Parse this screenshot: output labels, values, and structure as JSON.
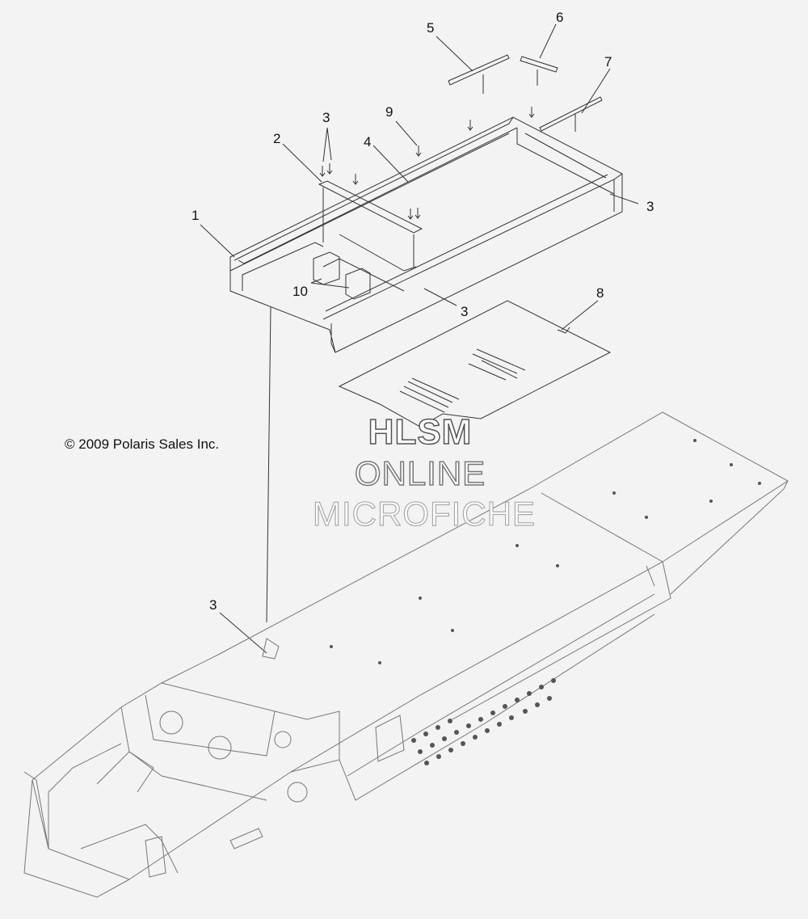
{
  "copyright": "© 2009 Polaris Sales Inc.",
  "watermark": {
    "line1": "HLSM",
    "line2": "ONLINE",
    "line3": "MICROFICHE"
  },
  "callouts": {
    "c1": "1",
    "c2": "2",
    "c3a": "3",
    "c3b": "3",
    "c3c": "3",
    "c3d": "3",
    "c4": "4",
    "c5": "5",
    "c6": "6",
    "c7": "7",
    "c8": "8",
    "c9": "9",
    "c10": "10"
  },
  "colors": {
    "background": "#f3f3f3",
    "line": "#333333"
  }
}
